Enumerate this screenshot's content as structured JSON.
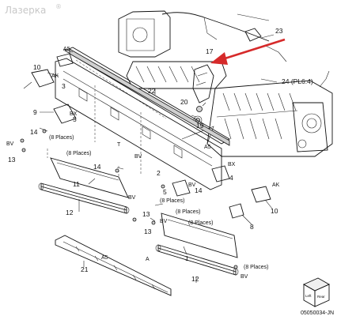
{
  "watermark": "Лазерка",
  "watermark_mark": "®",
  "labels": {
    "p1": "1",
    "p2": "2",
    "p3": "3",
    "p4": "4",
    "p5": "5",
    "p8": "8",
    "p9": "9",
    "p10a": "10",
    "p10b": "10",
    "p11": "11",
    "p12a": "12",
    "p12b": "12",
    "p13a": "13",
    "p13b": "13",
    "p13c": "13",
    "p14a": "14",
    "p14b": "14",
    "p14c": "14",
    "p17": "17",
    "p19": "19",
    "p20": "20",
    "p21": "21",
    "p22": "22",
    "p23": "23",
    "p24": "24 (PL6.4)",
    "ak1": "AK",
    "ak2": "AK",
    "bv1": "BV",
    "bv2": "BV",
    "bv3": "BV",
    "bv4": "BV",
    "bv5": "BV",
    "bv6": "BV",
    "bx1": "BX",
    "bx2": "BX",
    "a5a": "A5",
    "a5b": "A5",
    "a5c": "A5",
    "a": "A",
    "t": "T",
    "places1": "(8 Places)",
    "places2": "(8 Places)",
    "places3": "(8 Places)",
    "places4": "(8 Places)",
    "places5": "(8 Places)",
    "places6": "(8 Places)",
    "code": "05050034-JN",
    "box_left": "Left",
    "box_rear": "Rear"
  },
  "colors": {
    "arrow": "#d62a2a",
    "line": "#111111",
    "watermark": "#c8c8c8"
  }
}
